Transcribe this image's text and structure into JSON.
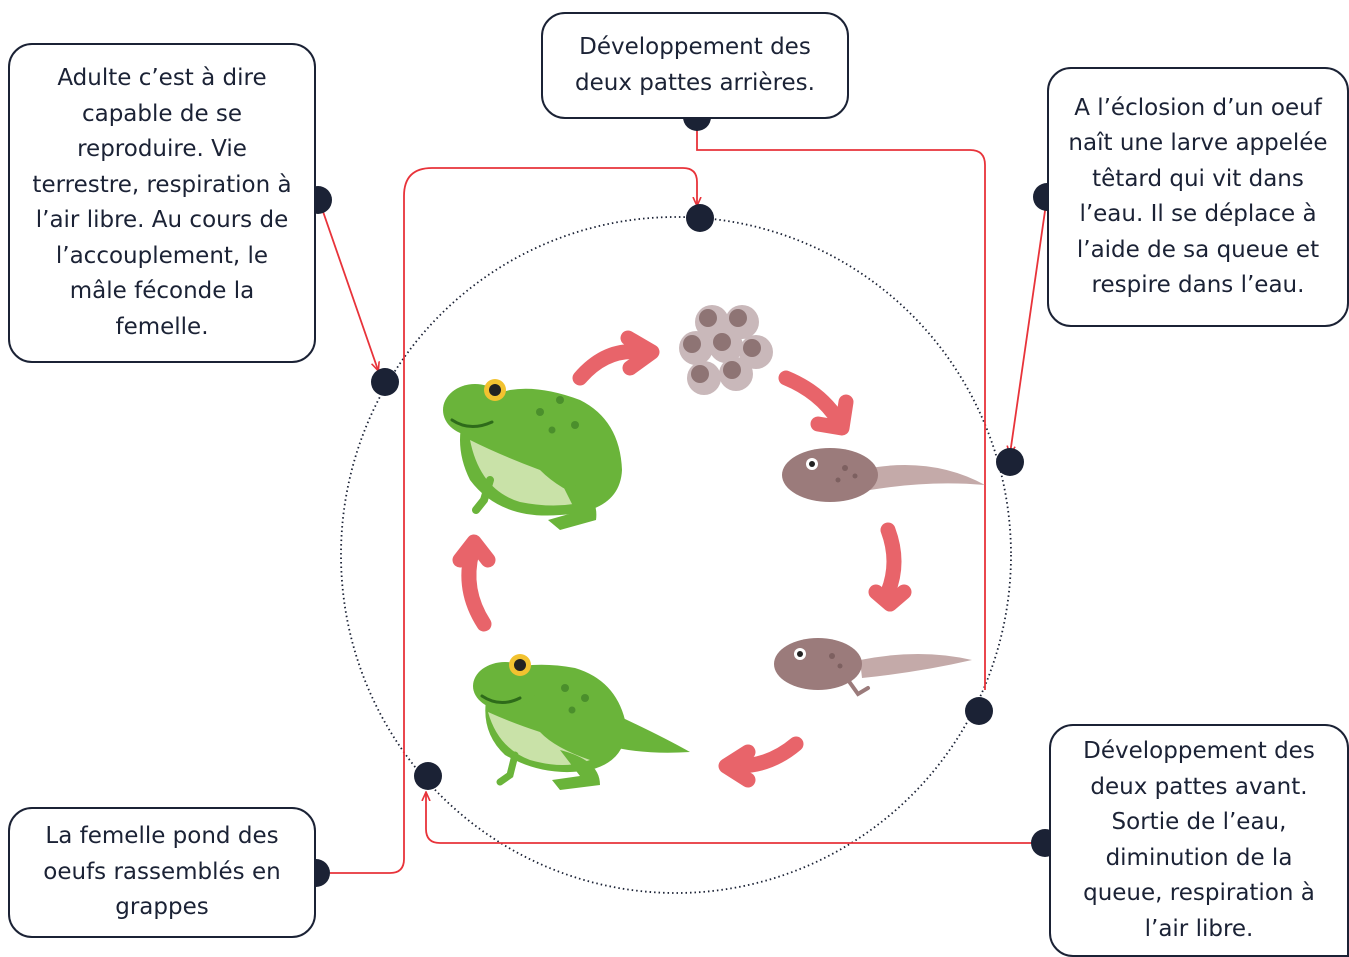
{
  "stages": {
    "adult": "Adulte c’est à dire capable de se reproduire. Vie terrestre, respiration à l’air libre. Au cours de l’accouplement, le mâle féconde la femelle.",
    "back_legs": "Développement des deux pattes arrières.",
    "hatching": "A l’éclosion d’un oeuf naît une larve appelée têtard qui vit dans l’eau. Il se déplace à l’aide de sa queue et respire dans l’eau.",
    "laying": "La femelle pond des oeufs rassemblés en grappes",
    "front_legs": "Développement des deux pattes avant. Sortie de l’eau, diminution de la queue, respiration à l’air libre."
  },
  "colors": {
    "text": "#1b2235",
    "box_border": "#1b2235",
    "connector": "#e8333a",
    "dot": "#1b2235",
    "cycle_arrow": "#e8646a",
    "frog_green": "#6ab43a",
    "frog_belly": "#c9e2a8",
    "tadpole": "#9b7b7b",
    "egg": "#c9b8ba"
  },
  "icons": [
    "frog-icon",
    "froglet-icon",
    "egg-cluster-icon",
    "tadpole-icon",
    "tadpole-legs-icon",
    "cycle-arrow-icon",
    "connector-dot-icon"
  ]
}
